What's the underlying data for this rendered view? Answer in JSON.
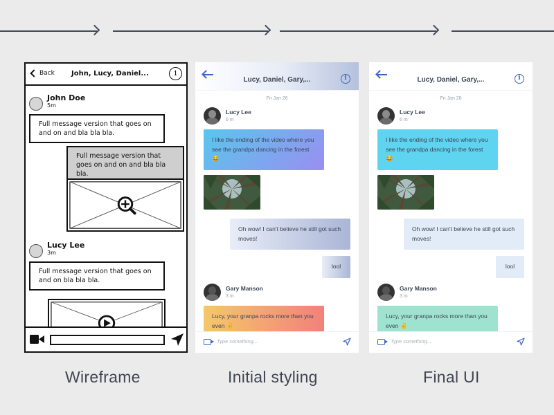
{
  "labels": {
    "wireframe": "Wireframe",
    "initial": "Initial styling",
    "final": "Final UI"
  },
  "wireframe": {
    "back": "Back",
    "title": "John, Lucy, Daniel...",
    "info": "i",
    "user1": {
      "name": "John Doe",
      "time": "5m"
    },
    "msg1": "Full message version that goes on and on and bla bla bla.",
    "msg2": "Full message version that goes on and on and bla bla bla.",
    "user2": {
      "name": "Lucy Lee",
      "time": "3m"
    },
    "msg3": "Full message version that goes on and on bla bla bla."
  },
  "chat": {
    "title": "Lucy, Daniel, Gary,...",
    "info": "i",
    "date": "Fri Jan 26",
    "user1": {
      "name": "Lucy Lee",
      "time": "6 m"
    },
    "msg1": "I like the ending of the video where you see the grandpa dancing in the forest 😂",
    "msg2": "Oh wow! I can't believe he still got such moves!",
    "msg3": "lool",
    "user2": {
      "name": "Gary Manson",
      "time": "3 m"
    },
    "msg4": "Lucy, your granpa rocks more than you even ✌",
    "placeholder": "Type something..."
  },
  "colors": {
    "accent": "#3a63c8",
    "text": "#3d4454",
    "final_bubble": "#5fd4f0",
    "final_bubble_alt": "#9ee3cf"
  }
}
